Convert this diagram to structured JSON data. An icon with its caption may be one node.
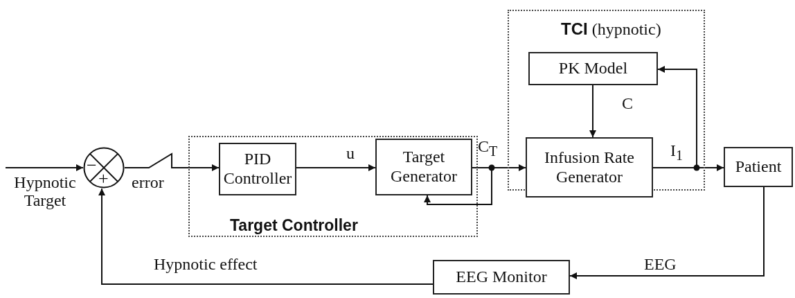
{
  "diagram": {
    "nodes": [
      {
        "text": [
          "Target Controller"
        ]
      },
      {
        "text": [
          "PID Controller"
        ],
        "in": 0
      },
      {
        "text": [
          "Target Generator"
        ],
        "in": 0
      },
      {
        "text": [
          "**TCI** (hypnotic)"
        ]
      },
      {
        "text": [
          "PK Model"
        ],
        "in": 3
      },
      {
        "text": [
          "Infusion Rate Generator"
        ],
        "in": 3
      },
      {
        "text": [
          "Patient"
        ]
      },
      {
        "text": [
          "EEG Monitor"
        ]
      },
      {
        "text": [],
        "shape": "circle"
      }
    ],
    "edges": [
      {
        "from": null,
        "to": 8,
        "arrow": "to",
        "label": "Hypnotic Target"
      },
      {
        "from": 8,
        "to": 1,
        "arrow": "to",
        "label": "error"
      },
      {
        "from": 1,
        "to": 2,
        "arrow": "to",
        "label": "u"
      },
      {
        "from": 2,
        "to": 5,
        "arrow": "to",
        "label": "C$_{T}$"
      },
      {
        "from": 2,
        "to": 2,
        "arrow": "to"
      },
      {
        "from": 4,
        "to": 5,
        "arrow": "to",
        "label": "C"
      },
      {
        "from": 5,
        "to": 6,
        "arrow": "to",
        "label": "I$_{1}$"
      },
      {
        "from": 5,
        "to": 4,
        "arrow": "to"
      },
      {
        "from": 6,
        "to": 7,
        "arrow": "to",
        "label": "EEG"
      },
      {
        "from": 7,
        "to": 8,
        "arrow": "to",
        "label": "Hypnotic effect"
      }
    ],
    "labels": [
      "−",
      "+"
    ]
  }
}
